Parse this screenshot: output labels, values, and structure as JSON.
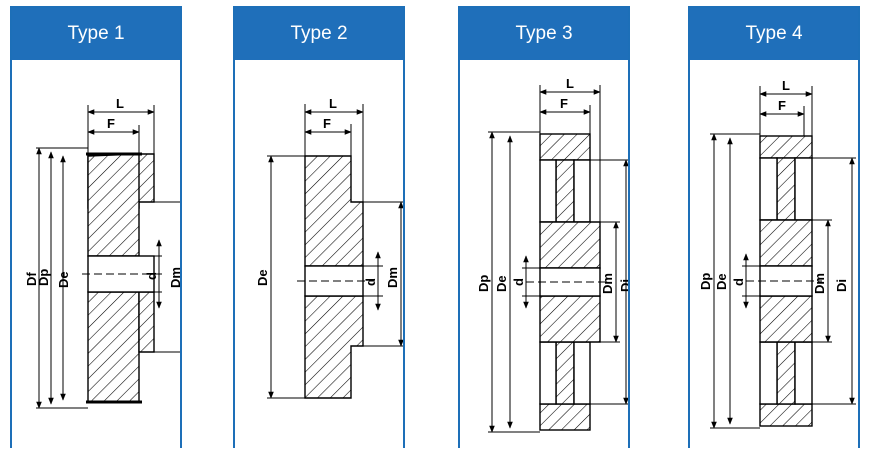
{
  "cards": [
    {
      "title": "Type 1",
      "labels": {
        "L": "L",
        "F": "F",
        "Df": "Df",
        "Dp": "Dp",
        "De": "De",
        "d": "d",
        "Dm": "Dm"
      }
    },
    {
      "title": "Type 2",
      "labels": {
        "L": "L",
        "F": "F",
        "De": "De",
        "d": "d",
        "Dm": "Dm"
      }
    },
    {
      "title": "Type 3",
      "labels": {
        "L": "L",
        "F": "F",
        "Dp": "Dp",
        "De": "De",
        "d": "d",
        "Dm": "Dm",
        "Di": "Di"
      }
    },
    {
      "title": "Type 4",
      "labels": {
        "L": "L",
        "F": "F",
        "Dp": "Dp",
        "De": "De",
        "d": "d",
        "Dm": "Dm",
        "Di": "Di"
      }
    }
  ],
  "colors": {
    "header": "#1f6fba",
    "border": "#1d6fb8",
    "hatch": "#000000"
  }
}
